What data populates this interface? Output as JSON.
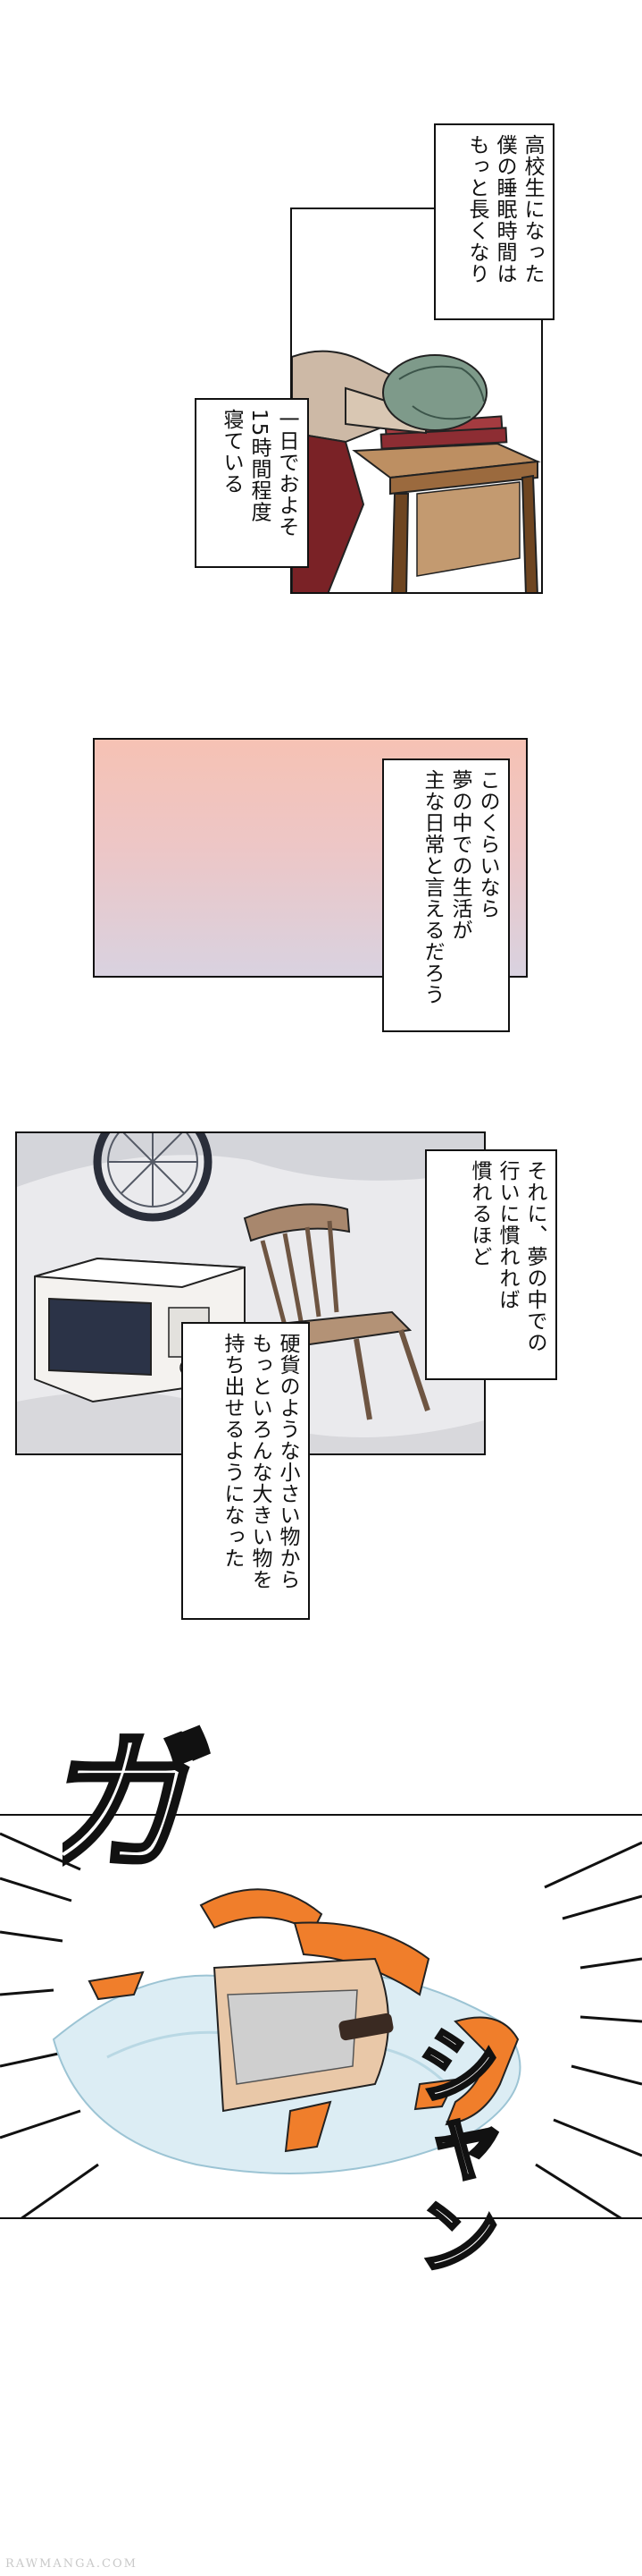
{
  "page": {
    "background": "#ffffff"
  },
  "panel1": {
    "caption_top": [
      "高校生になった",
      "僕の睡眠時間は",
      "もっと長くなり"
    ],
    "caption_side": [
      "一日でおよそ",
      "15時間程度",
      "寝ている"
    ]
  },
  "panel2": {
    "caption": [
      "このくらいなら",
      "夢の中での生活が",
      "主な日常と言えるだろう"
    ],
    "gradient_top": "#f6c2b4",
    "gradient_bottom": "#d9d2e0"
  },
  "panel3": {
    "caption_right": [
      "それに、夢の中での",
      "行いに慣れれば",
      "慣れるほど"
    ],
    "caption_bottom": [
      "硬貨のような小さい物から",
      "もっといろんな大きい物を",
      "持ち出せるようになった"
    ]
  },
  "panel4": {
    "sfx_top": "ガ",
    "sfx_bottom": "シャン",
    "accent": "#f07e2b"
  },
  "watermark": "RAWMANGA.COM"
}
